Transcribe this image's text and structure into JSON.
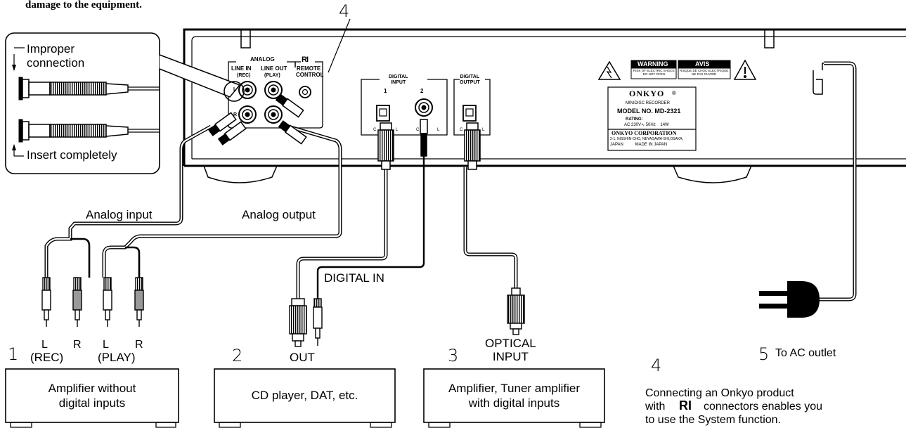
{
  "header": {
    "warning_fragment": "damage to the equipment."
  },
  "callouts": {
    "n1": "1",
    "n2": "2",
    "n3": "3",
    "n4_top": "4",
    "n4_note": "4",
    "n5": "5"
  },
  "inset": {
    "improper": "Improper\nconnection",
    "insert": "Insert completely"
  },
  "panel": {
    "analog": "ANALOG",
    "line_in": "LINE IN",
    "rec": "(REC)",
    "line_out": "LINE OUT",
    "play": "(PLAY)",
    "ri_logo": "RI",
    "remote": "REMOTE",
    "control": "CONTROL",
    "jack_l": "L",
    "jack_r": "R",
    "digital_input": "DIGITAL\nINPUT",
    "di_1": "1",
    "di_2": "2",
    "digital_output": "DIGITAL\nOUTPUT",
    "coax_a": "C",
    "coax_b": "L"
  },
  "label": {
    "warning": "WARNING",
    "warning_sub": "RISK OF ELECTRIC SHOCK\nDO NOT OPEN",
    "avis": "AVIS",
    "avis_sub": "RISQUE DE CHOC ELECTRIQUE\nNE PAS OUVRIR",
    "brand": "ONKYO",
    "reg": "®",
    "product": "MINIDISC RECORDER",
    "model": "MODEL NO. MD-2321",
    "rating": "RATING:",
    "rating_val": "AC 230V∿ 50Hz    14W",
    "corp": "ONKYO CORPORATION",
    "address": "2-1, NISSHIN-CHO, NEYAGAWA-SHI,OSAKA,",
    "country": "JAPAN          MADE IN JAPAN"
  },
  "cables": {
    "analog_input": "Analog input",
    "analog_output": "Analog output",
    "digital_in": "DIGITAL IN",
    "L": "L",
    "R": "R",
    "rec": "(REC)",
    "play": "(PLAY)",
    "out": "OUT",
    "optical_input": "OPTICAL\nINPUT",
    "ac_outlet": "To AC outlet"
  },
  "boxes": {
    "box1": "Amplifier without\ndigital inputs",
    "box2": "CD player, DAT, etc.",
    "box3": "Amplifier, Tuner amplifier\nwith digital inputs"
  },
  "note": {
    "line1": "Connecting an Onkyo product",
    "line2a": "with",
    "ri": "RI",
    "line2b": "connectors enables you",
    "line3": "to use the System function."
  },
  "colors": {
    "ink": "#000000",
    "paper": "#ffffff",
    "grey": "#9a9a9a",
    "dark_grey": "#555555"
  }
}
